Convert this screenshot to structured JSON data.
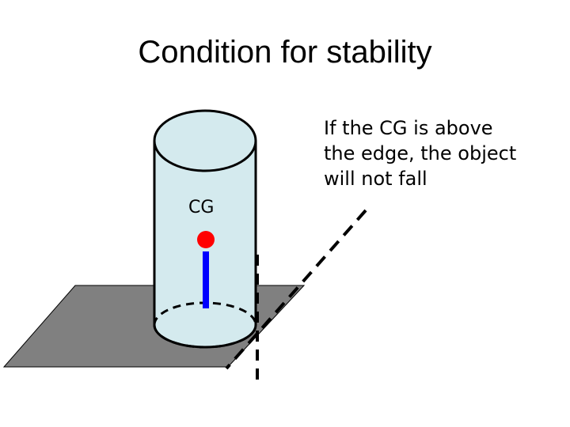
{
  "slide": {
    "title": "Condition for stability",
    "caption_lines": [
      "If the CG is above",
      "the edge, the object",
      "will not fall"
    ],
    "cg_label": "CG"
  },
  "colors": {
    "surface": "#808080",
    "cylinder_fill": "#d4eaee",
    "cg_marker": "#ff0000",
    "cg_line": "#0000ff",
    "outline": "#000000"
  }
}
